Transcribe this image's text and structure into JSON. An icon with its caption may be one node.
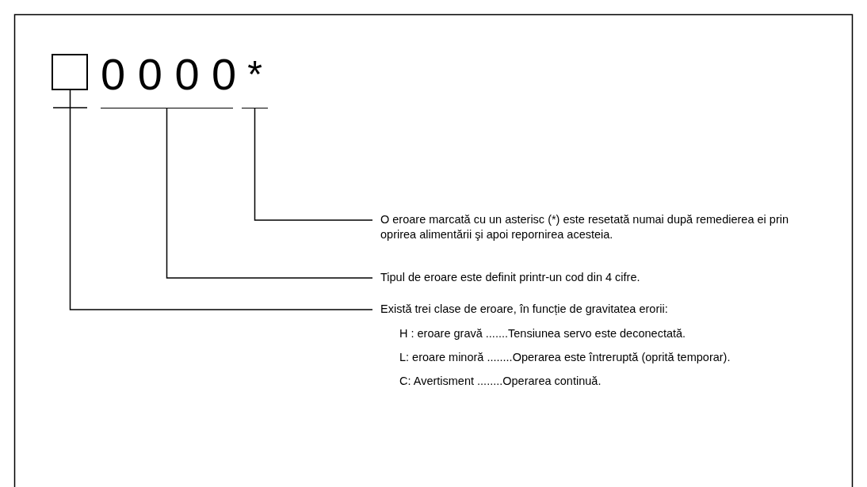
{
  "diagram": {
    "nodes": [
      {
        "text": [],
        "shape": "box"
      },
      {
        "text": [
          "0 0 0 0"
        ]
      },
      {
        "text": [
          "*"
        ]
      },
      {
        "text": [
          "O eroare marcată cu un asterisc (*) este resetată numai după remedierea ei prin oprirea alimentării şi apoi repornirea acesteia."
        ]
      },
      {
        "text": [
          "Tipul de eroare este definit printr-un cod din 4 cifre."
        ]
      },
      {
        "text": [
          "Există trei clase de eroare, în funcție de gravitatea erorii:"
        ]
      }
    ],
    "edges": [
      {
        "from": 2,
        "to": 3,
        "arrow": "none"
      },
      {
        "from": 1,
        "to": 4,
        "arrow": "none"
      },
      {
        "from": 0,
        "to": 5,
        "arrow": "none"
      }
    ],
    "labels": [
      "H : eroare gravă .......Tensiunea servo este deconectată.",
      "L: eroare minoră ........Operarea este întreruptă (oprită temporar).",
      "C: Avertisment ........Operarea continuă."
    ]
  }
}
